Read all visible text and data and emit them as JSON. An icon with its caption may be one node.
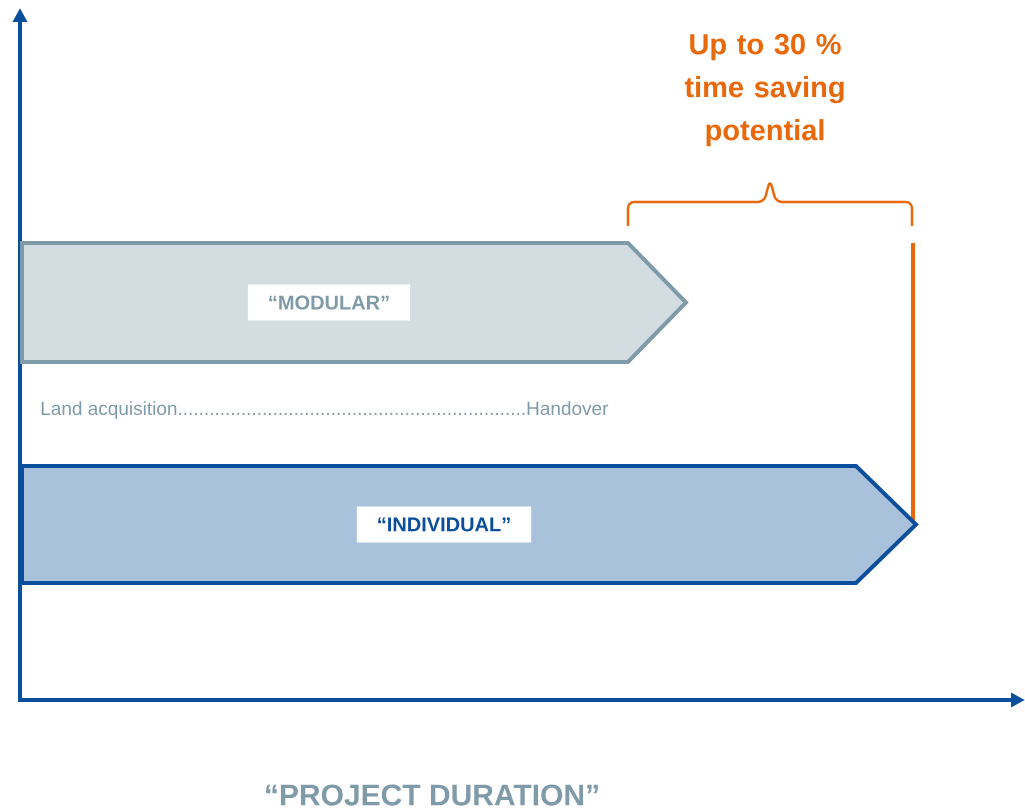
{
  "diagram": {
    "nodes": [
      {
        "text": [
          "“MODULAR”"
        ]
      },
      {
        "text": [
          "“INDIVIDUAL”"
        ]
      }
    ],
    "labels": [
      "Up to 30 % time saving potential",
      "Land acquisition..................................................................Handover",
      "“PROJECT DURATION”"
    ]
  }
}
